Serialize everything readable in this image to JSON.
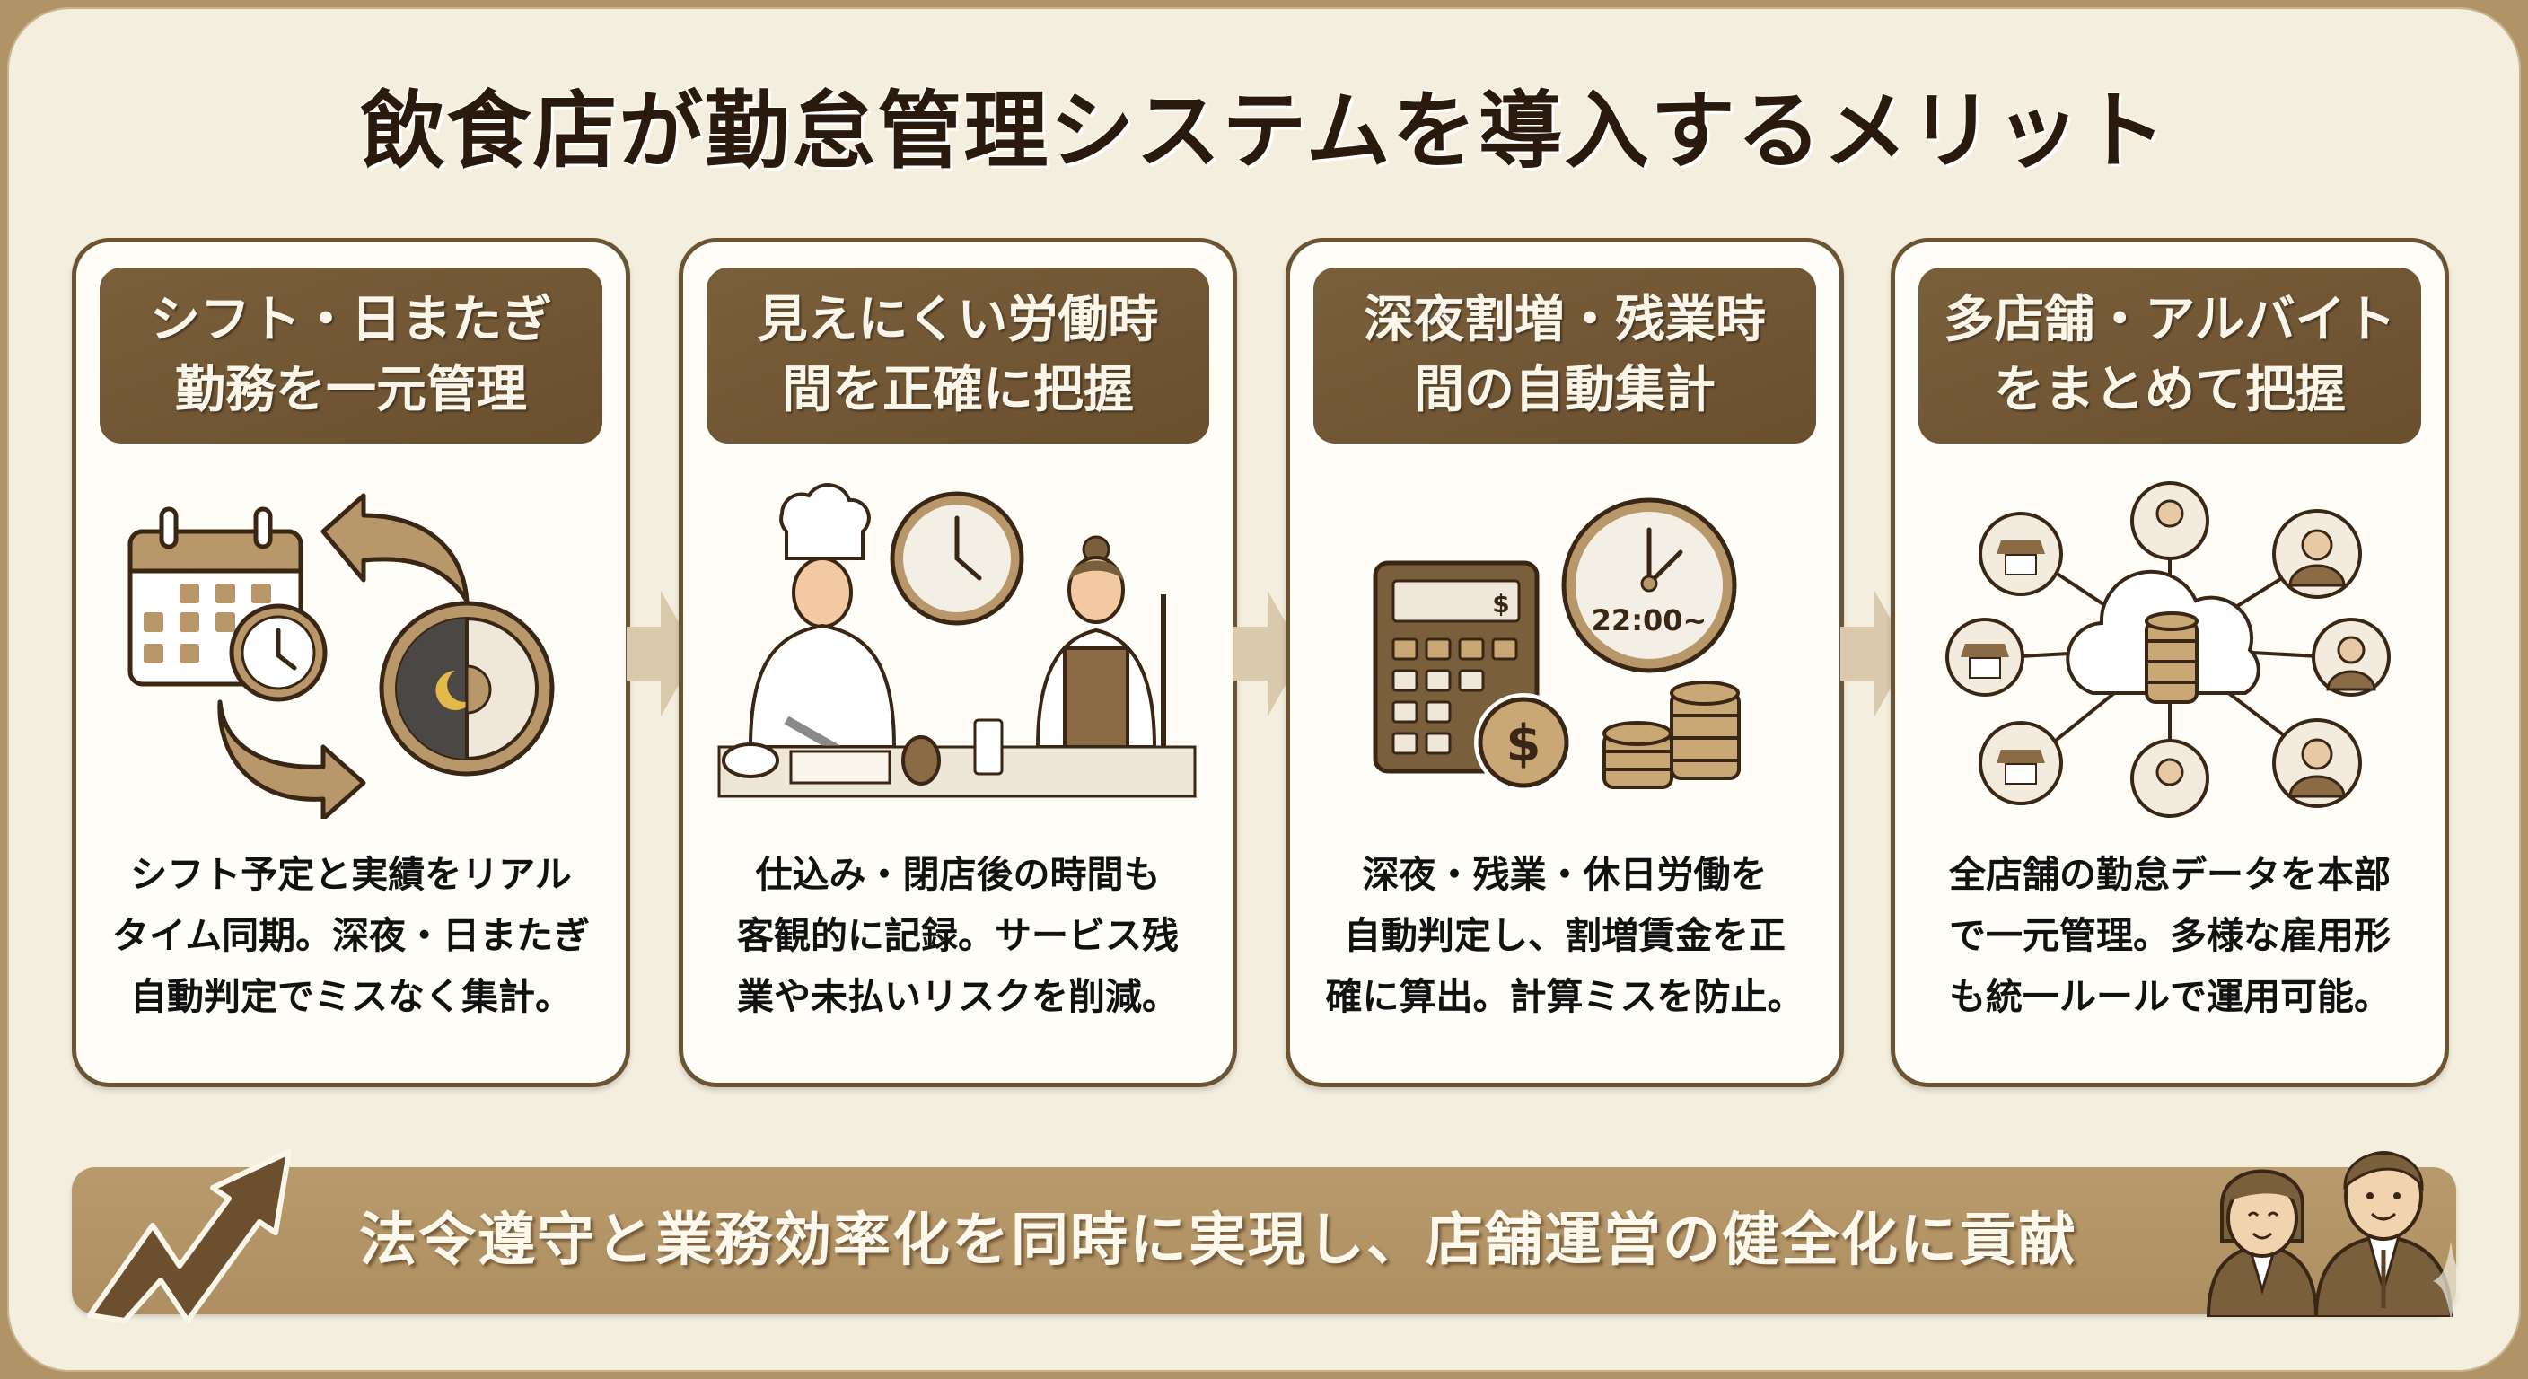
{
  "title": "飲食店が勤怠管理システムを導入するメリット",
  "colors": {
    "frame": "#b09468",
    "background": "#f4eedf",
    "card_border": "#6b5433",
    "card_header": "#735836",
    "banner": "#b39566",
    "accent_tan": "#b8986a",
    "text_dark": "#111111",
    "text_light": "#fbf6ea"
  },
  "cards": [
    {
      "heading": "シフト・日またぎ\n勤務を一元管理",
      "illustration": "calendar-clock-day-night-cycle-icon",
      "body": "シフト予定と実績をリアル\nタイム同期。深夜・日またぎ\n自動判定でミスなく集計。"
    },
    {
      "heading": "見えにくい労働時\n間を正確に把握",
      "illustration": "chef-and-staff-with-clock-icon",
      "body": "仕込み・閉店後の時間も\n客観的に記録。サービス残\n業や未払いリスクを削減。"
    },
    {
      "heading": "深夜割増・残業時\n間の自動集計",
      "illustration": "calculator-clock-coins-icon",
      "clock_label": "22:00~",
      "calculator_symbol": "$",
      "coin_symbol": "$",
      "body": "深夜・残業・休日労働を\n自動判定し、割増賃金を正\n確に算出。計算ミスを防止。"
    },
    {
      "heading": "多店舗・アルバイト\nをまとめて把握",
      "illustration": "cloud-database-network-icon",
      "body": "全店舗の勤怠データを本部\nで一元管理。多様な雇用形\nも統一ルールで運用可能。"
    }
  ],
  "banner": {
    "text": "法令遵守と業務効率化を同時に実現し、店舗運営の健全化に貢献",
    "left_icon": "trend-up-arrow-icon",
    "right_icon": "staff-couple-icon"
  }
}
